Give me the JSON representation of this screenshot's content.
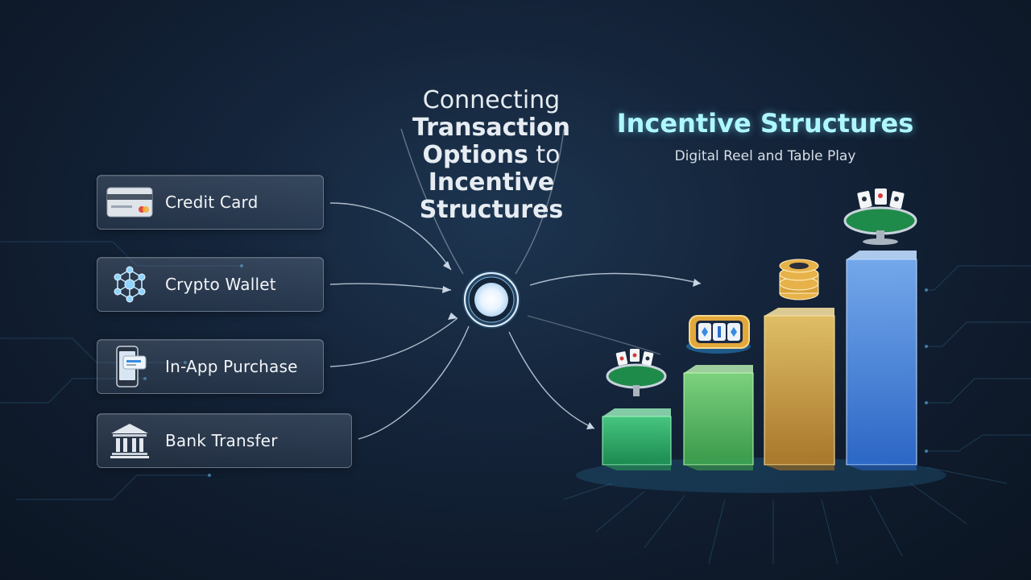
{
  "title": {
    "line1": "Connecting",
    "line2": "Transaction",
    "line3_bold": "Options",
    "line3_light": "to",
    "line4": "Incentive",
    "line5": "Structures"
  },
  "incentives": {
    "title": "Incentive Structures",
    "subtitle": "Digital Reel and Table Play"
  },
  "options": [
    {
      "label": "Credit Card",
      "icon": "credit-card-icon"
    },
    {
      "label": "Crypto Wallet",
      "icon": "crypto-network-icon"
    },
    {
      "label": "In-App Purchase",
      "icon": "smartphone-icon"
    },
    {
      "label": "Bank Transfer",
      "icon": "bank-icon"
    }
  ],
  "colors": {
    "accent_cyan": "#aef7ff",
    "bar_green": "#3fd27a",
    "bar_lime": "#7fe07a",
    "bar_gold": "#e9b548",
    "bar_blue": "#4a8df0"
  }
}
